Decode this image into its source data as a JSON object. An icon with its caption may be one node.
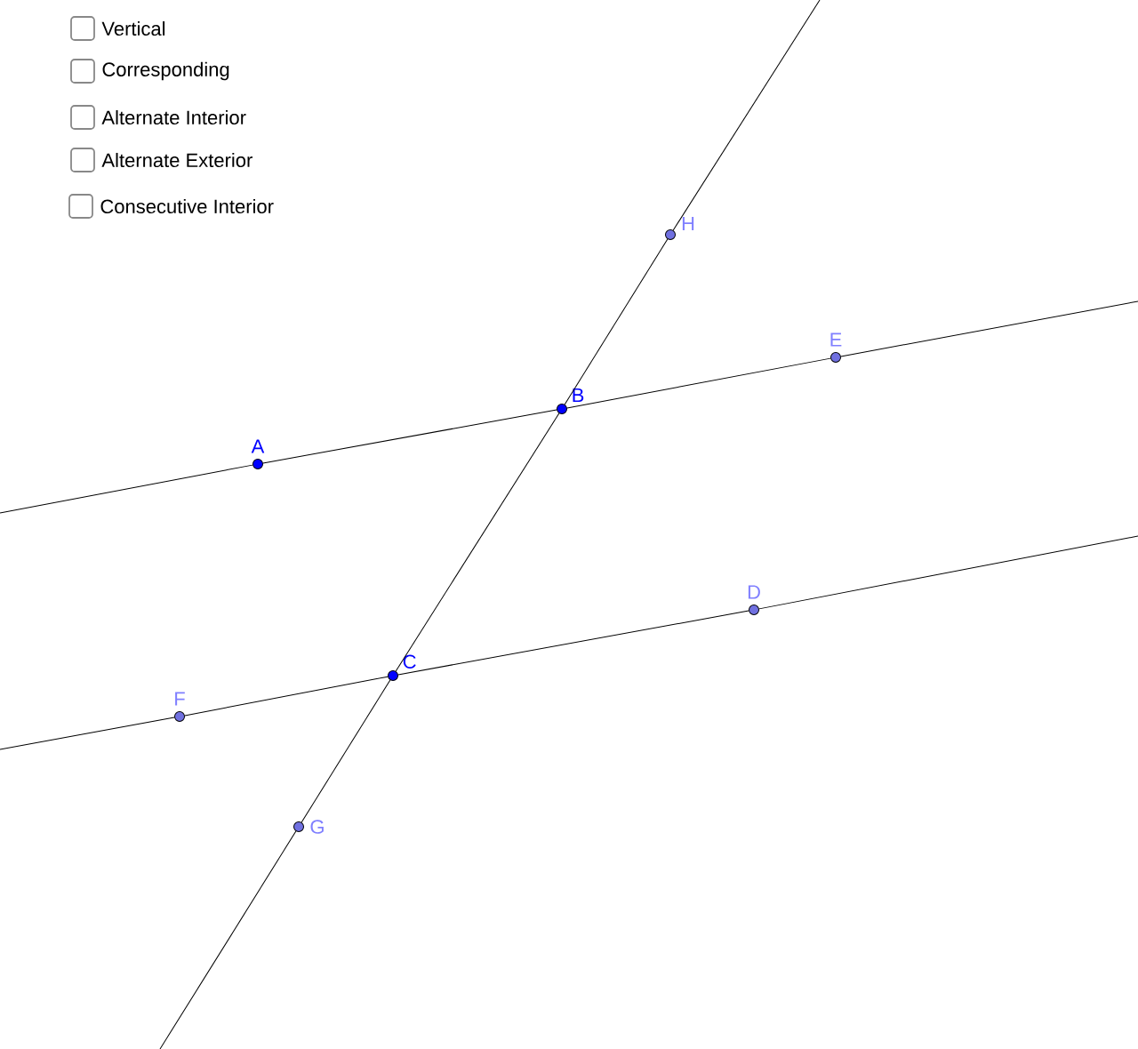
{
  "diagram": {
    "nodes": [
      {
        "text": [
          "A"
        ]
      },
      {
        "text": [
          "B"
        ]
      },
      {
        "text": [
          "C"
        ]
      },
      {
        "text": [
          "D"
        ]
      },
      {
        "text": [
          "E"
        ]
      },
      {
        "text": [
          "F"
        ]
      },
      {
        "text": [
          "G"
        ]
      },
      {
        "text": [
          "H"
        ]
      }
    ],
    "edges": [
      {
        "from": null,
        "to": 0,
        "arrow": "none"
      },
      {
        "from": 0,
        "to": 1,
        "arrow": "none"
      },
      {
        "from": 1,
        "to": 4,
        "arrow": "none"
      },
      {
        "from": 4,
        "to": null,
        "arrow": "none"
      },
      {
        "from": null,
        "to": 5,
        "arrow": "none"
      },
      {
        "from": 5,
        "to": 2,
        "arrow": "none"
      },
      {
        "from": 2,
        "to": 3,
        "arrow": "none"
      },
      {
        "from": 3,
        "to": null,
        "arrow": "none"
      },
      {
        "from": null,
        "to": 6,
        "arrow": "none"
      },
      {
        "from": 6,
        "to": 2,
        "arrow": "none"
      },
      {
        "from": 2,
        "to": 1,
        "arrow": "none"
      },
      {
        "from": 1,
        "to": 7,
        "arrow": "none"
      },
      {
        "from": 7,
        "to": null,
        "arrow": "none"
      }
    ],
    "labels": [
      "Vertical",
      "Corresponding",
      "Alternate Interior",
      "Alternate Exterior",
      "Consecutive Interior"
    ]
  }
}
